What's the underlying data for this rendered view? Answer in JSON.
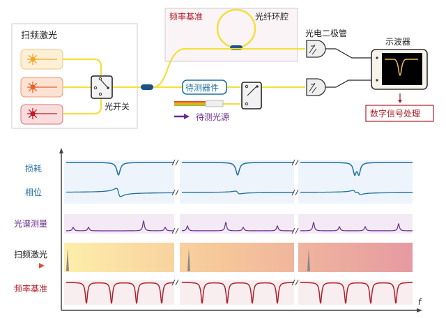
{
  "setup": {
    "swept_laser_title": "扫频激光",
    "optical_switch": "光开关",
    "freq_ref_title": "频率基准",
    "fiber_ring": "光纤环腔",
    "photodiode": "光电二极管",
    "oscilloscope": "示波器",
    "dut": "待测器件",
    "test_source": "待测光源",
    "dsp": "数字信号处理",
    "laser_colors": [
      "#f5a623",
      "#e8622a",
      "#c0182b"
    ]
  },
  "plot": {
    "x_axis_label": "f",
    "rows": [
      {
        "label": "损耗",
        "color": "#1f6fa0"
      },
      {
        "label": "相位",
        "color": "#1f6fa0"
      },
      {
        "label": "光谱测量",
        "color": "#6a2a8c"
      },
      {
        "label": "扫频激光",
        "color": "#222222"
      },
      {
        "label": "频率基准",
        "color": "#b0202a"
      }
    ],
    "segments": 3
  }
}
